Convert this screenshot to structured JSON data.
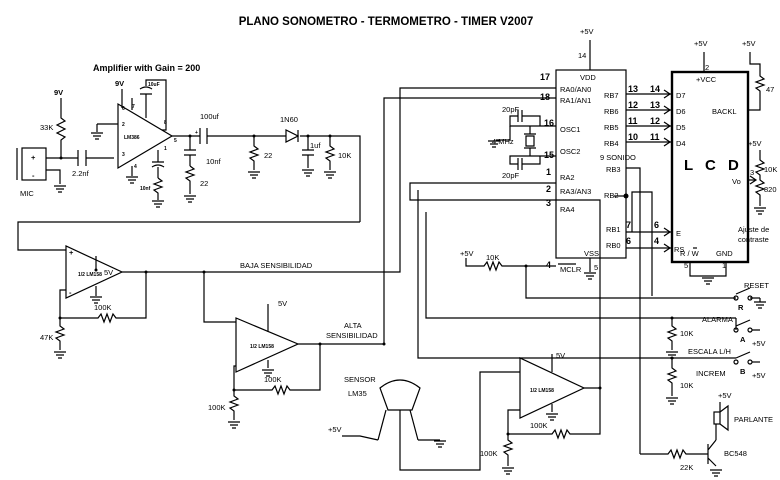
{
  "title": "PLANO SONOMETRO - TERMOMETRO - TIMER V2007",
  "amp_caption": "Amplifier with Gain = 200",
  "supplies": {
    "v9": "9V",
    "p5": "+5V",
    "v5": "5V"
  },
  "mic": {
    "label": "MIC",
    "plus": "+",
    "minus": "-"
  },
  "preamp": {
    "chip": "LM386",
    "r_input": "33K",
    "c_input": "2.2nf",
    "c_gain": "10uF",
    "c_bypass": "10nf",
    "c_out": "100uf",
    "c_zobel": "10nf",
    "r_zobel": "22",
    "pins": [
      "6",
      "2",
      "3",
      "4",
      "7",
      "8",
      "1",
      "5"
    ]
  },
  "detector": {
    "diode": "1N60",
    "r_load": "22",
    "cap": "1uf",
    "r_out": "10K"
  },
  "opamps": {
    "label": "1/2 LM158",
    "low": {
      "r_feedback": "100K",
      "r_ground": "47K"
    },
    "high": {
      "r_feedback": "100K",
      "r_ground": "100K"
    },
    "temp": {
      "r_feedback": "100K",
      "r_ground": "100K"
    }
  },
  "nets": {
    "low_sens": "BAJA SENSIBILIDAD",
    "high_sens_1": "ALTA",
    "high_sens_2": "SENSIBILIDAD"
  },
  "sensor": {
    "label": "SENSOR",
    "part": "LM35"
  },
  "mcu": {
    "vdd_pin": "14",
    "vdd": "VDD",
    "vss": "VSS",
    "vss_pin": "5",
    "left_pins": [
      {
        "num": "17",
        "name": "RA0/AN0"
      },
      {
        "num": "18",
        "name": "RA1/AN1"
      },
      {
        "num": "16",
        "name": "OSC1"
      },
      {
        "num": "15",
        "name": "OSC2"
      },
      {
        "num": "1",
        "name": "RA2"
      },
      {
        "num": "2",
        "name": "RA3/AN3"
      },
      {
        "num": "3",
        "name": "RA4"
      },
      {
        "num": "4",
        "name": "MCLR"
      }
    ],
    "right_pins": [
      {
        "num": "13",
        "name": "RB7"
      },
      {
        "num": "12",
        "name": "RB6"
      },
      {
        "num": "11",
        "name": "RB5"
      },
      {
        "num": "10",
        "name": "RB4"
      },
      {
        "num": "",
        "name": "RB3"
      },
      {
        "num": "",
        "name": "RB2"
      },
      {
        "num": "7",
        "name": "RB1"
      },
      {
        "num": "6",
        "name": "RB0"
      }
    ],
    "rb3_note": "9 SONIDO",
    "mclr_pullup": "10K"
  },
  "crystal": {
    "freq": "4 MHz",
    "c1": "20pF",
    "c2": "20pF"
  },
  "lcd": {
    "title": "L C D",
    "vcc_pin": "2",
    "vcc": "+VCC",
    "backl": "BACKL",
    "vo": "Vo",
    "vo_pin": "3",
    "rw": "R / W",
    "gnd": "GND",
    "bottom_pins": [
      "5",
      "1"
    ],
    "data_pins": [
      {
        "num": "14",
        "name": "D7"
      },
      {
        "num": "13",
        "name": "D6"
      },
      {
        "num": "12",
        "name": "D5"
      },
      {
        "num": "11",
        "name": "D4"
      }
    ],
    "e_pin": {
      "num": "6",
      "name": "E"
    },
    "rs_pin": {
      "num": "4",
      "name": "RS"
    },
    "backl_res": "47",
    "contrast_res_a": "10K",
    "contrast_res_b": "820",
    "contrast_note_1": "Ajuste de",
    "contrast_note_2": "contraste"
  },
  "buttons": {
    "reset": {
      "label": "RESET",
      "key": "R"
    },
    "alarma": {
      "label": "ALARMA",
      "key": "A",
      "pulldown": "10K"
    },
    "escala": {
      "label": "ESCALA L/H",
      "sub": "INCREM",
      "key": "B",
      "pulldown": "10K"
    }
  },
  "speaker": {
    "label": "PARLANTE",
    "transistor": "BC548",
    "r_base": "22K"
  }
}
